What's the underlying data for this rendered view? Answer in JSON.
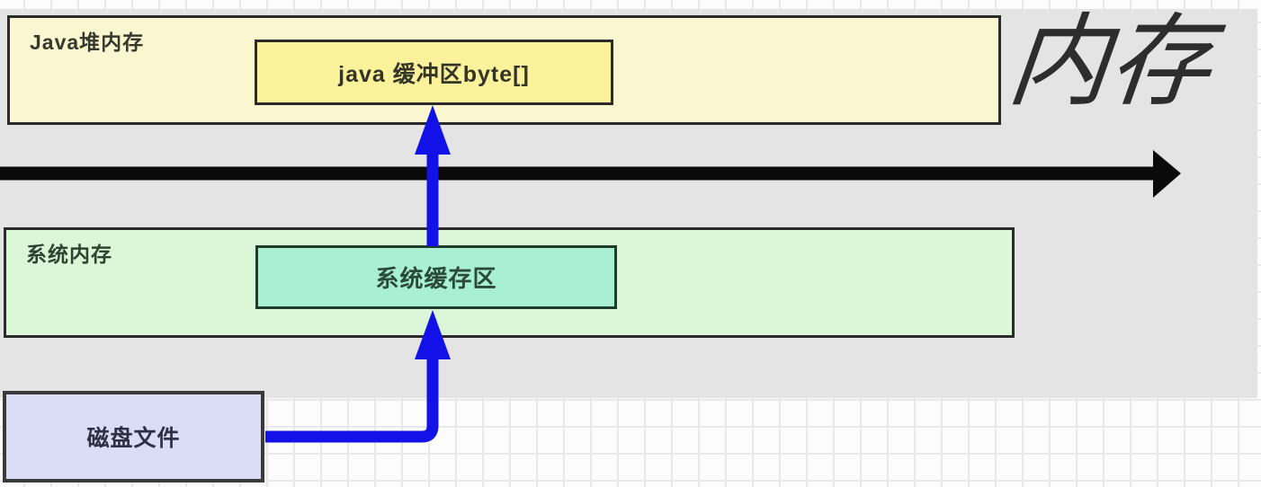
{
  "diagram": {
    "title": "内存",
    "java_heap": {
      "label": "Java堆内存",
      "buffer_label": "java 缓冲区byte[]"
    },
    "system_memory": {
      "label": "系统内存",
      "cache_label": "系统缓存区"
    },
    "disk": {
      "label": "磁盘文件"
    },
    "arrows": [
      {
        "name": "memory-axis-arrow",
        "direction": "right",
        "color": "#0a0a0a"
      },
      {
        "name": "disk-to-system-cache-arrow",
        "direction": "up",
        "color": "#1212e8"
      },
      {
        "name": "system-cache-to-java-buffer-arrow",
        "direction": "up",
        "color": "#1212e8"
      }
    ],
    "colors": {
      "panel_gray": "#e4e4e4",
      "java_heap_fill": "#faf6cf",
      "java_buffer_fill": "#fbf29b",
      "system_memory_fill": "#dcf6d8",
      "system_cache_fill": "#a9efd3",
      "disk_file_fill": "#dbdcf5",
      "arrow_blue": "#1212e8",
      "arrow_black": "#0a0a0a",
      "border_dark": "#2b2b2b"
    }
  }
}
